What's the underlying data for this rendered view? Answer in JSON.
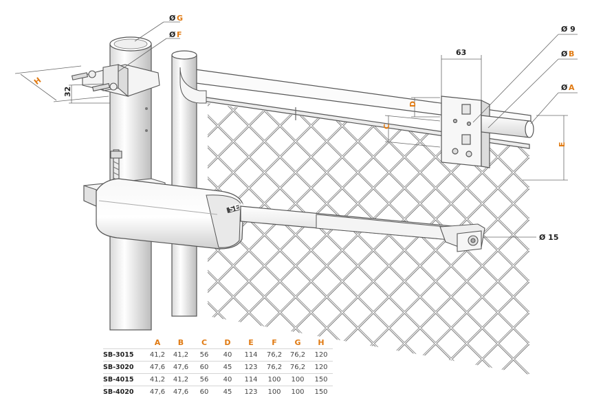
{
  "labels": {
    "dia_g": "Ø",
    "dia_g_letter": "G",
    "dia_f": "Ø",
    "dia_f_letter": "F",
    "dia_9": "Ø 9",
    "dia_b": "Ø",
    "dia_b_letter": "B",
    "dia_a": "Ø",
    "dia_a_letter": "A",
    "dia_15": "Ø 15",
    "dim_63": "63",
    "dim_32": "32",
    "dim_h": "H",
    "dim_c": "C",
    "dim_d": "D",
    "dim_e": "E",
    "brand_mark": "SEA"
  },
  "table": {
    "columns": [
      "",
      "A",
      "B",
      "C",
      "D",
      "E",
      "F",
      "G",
      "H"
    ],
    "rows": [
      [
        "SB-3015",
        "41,2",
        "41,2",
        "56",
        "40",
        "114",
        "76,2",
        "76,2",
        "120"
      ],
      [
        "SB-3020",
        "47,6",
        "47,6",
        "60",
        "45",
        "123",
        "76,2",
        "76,2",
        "120"
      ],
      [
        "SB-4015",
        "41,2",
        "41,2",
        "56",
        "40",
        "114",
        "100",
        "100",
        "150"
      ],
      [
        "SB-4020",
        "47,6",
        "47,6",
        "60",
        "45",
        "123",
        "100",
        "100",
        "150"
      ]
    ]
  },
  "colors": {
    "accent": "#e07a12",
    "line": "#555555",
    "metal_light": "#f2f2f2",
    "metal_dark": "#bdbdbd"
  }
}
